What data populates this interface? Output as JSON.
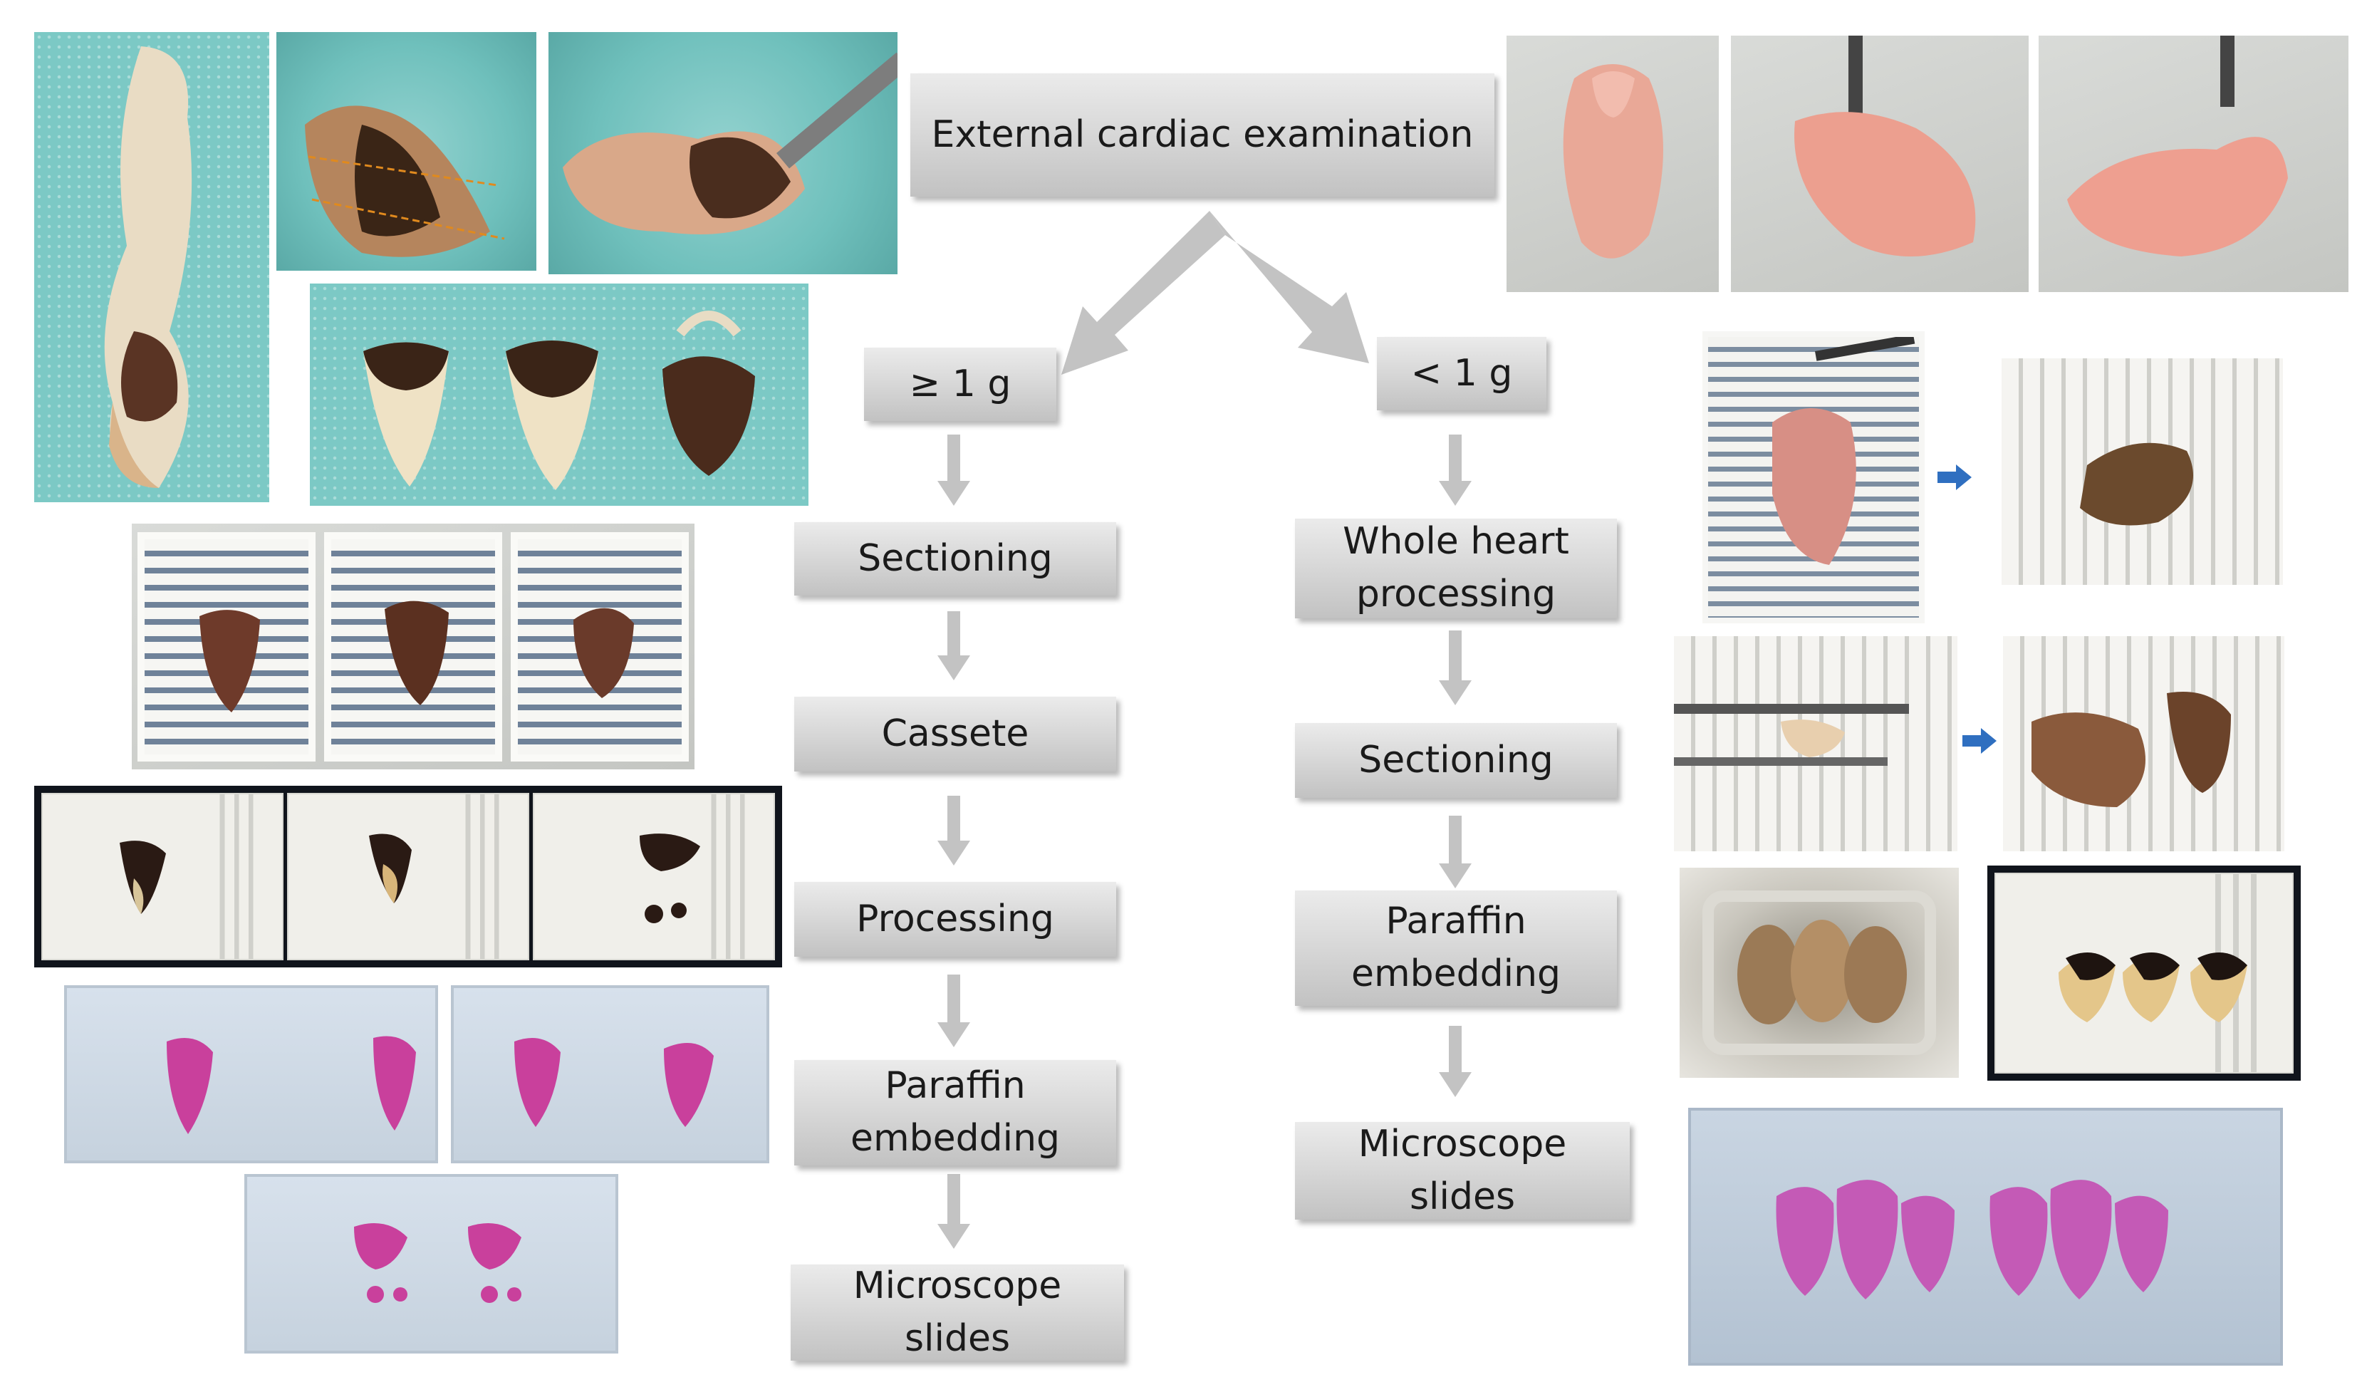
{
  "diagram": {
    "top": "External cardiac examination",
    "left_branch": {
      "label": "≥ 1 g",
      "steps": [
        "Sectioning",
        "Cassete",
        "Processing",
        "Paraffin embedding",
        "Microscope slides"
      ]
    },
    "right_branch": {
      "label": "< 1 g",
      "steps": [
        "Whole heart processing",
        "Sectioning",
        "Paraffin embedding",
        "Microscope slides"
      ]
    }
  },
  "colors": {
    "box_top": "#ebebeb",
    "box_bottom": "#c2c2c2",
    "arrow_gray": "#c3c3c3",
    "flow_arrow_blue": "#2f6fc0",
    "stain_pink": "#c0399a"
  },
  "icons": [
    "arrow-right-icon"
  ]
}
